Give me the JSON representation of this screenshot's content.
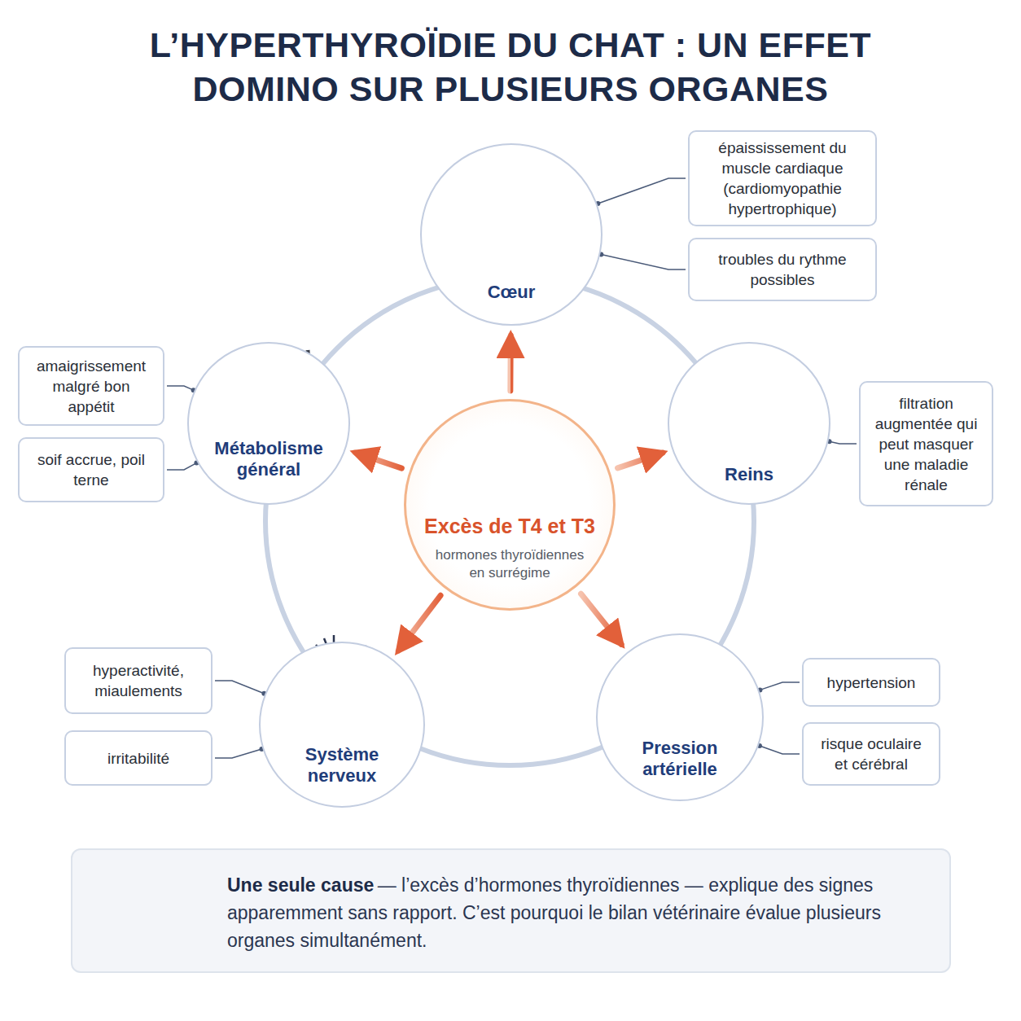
{
  "diagram": {
    "title": "L’HYPERTHYROÏDIE DU CHAT : UN EFFET DOMINO SUR PLUSIEURS ORGANES",
    "nodes": [
      {
        "text": [
          "Cœur"
        ]
      },
      {
        "text": [
          "épaississement du muscle cardiaque (cardiomyopathie hypertrophique)"
        ]
      },
      {
        "text": [
          "troubles du rythme possibles"
        ]
      },
      {
        "text": [
          "Métabolisme général"
        ]
      },
      {
        "text": [
          "amaigrissement malgré bon appétit"
        ]
      },
      {
        "text": [
          "soif accrue, poil terne"
        ]
      },
      {
        "text": [
          "Excès de T4 et T3",
          "hormones thyroïdiennes en surrégime"
        ]
      },
      {
        "text": [
          "Reins"
        ]
      },
      {
        "text": [
          "filtration augmentée qui peut masquer une maladie rénale"
        ]
      },
      {
        "text": [
          "Système nerveux"
        ]
      },
      {
        "text": [
          "hyperactivité, miaulements"
        ]
      },
      {
        "text": [
          "irritabilité"
        ]
      },
      {
        "text": [
          "Pression artérielle"
        ]
      },
      {
        "text": [
          "hypertension"
        ]
      },
      {
        "text": [
          "risque oculaire et cérébral"
        ]
      },
      {
        "text": [
          "Une seule cause",
          "— l’excès d’hormones thyroïdiennes — explique des signes apparemment sans rapport. C’est pourquoi le bilan vétérinaire évalue plusieurs organes simultanément."
        ]
      }
    ],
    "edges": [
      {
        "from": 6,
        "to": 0,
        "arrow": "to"
      },
      {
        "from": 6,
        "to": 7,
        "arrow": "to"
      },
      {
        "from": 6,
        "to": 3,
        "arrow": "to"
      },
      {
        "from": 6,
        "to": 9,
        "arrow": "to"
      },
      {
        "from": 6,
        "to": 12,
        "arrow": "to"
      },
      {
        "from": 0,
        "to": 1,
        "arrow": "none"
      },
      {
        "from": 0,
        "to": 2,
        "arrow": "none"
      },
      {
        "from": 3,
        "to": 4,
        "arrow": "none"
      },
      {
        "from": 3,
        "to": 5,
        "arrow": "none"
      },
      {
        "from": 7,
        "to": 8,
        "arrow": "none"
      },
      {
        "from": 9,
        "to": 10,
        "arrow": "none"
      },
      {
        "from": 9,
        "to": 11,
        "arrow": "none"
      },
      {
        "from": 12,
        "to": 13,
        "arrow": "none"
      },
      {
        "from": 12,
        "to": 14,
        "arrow": "none"
      }
    ]
  }
}
